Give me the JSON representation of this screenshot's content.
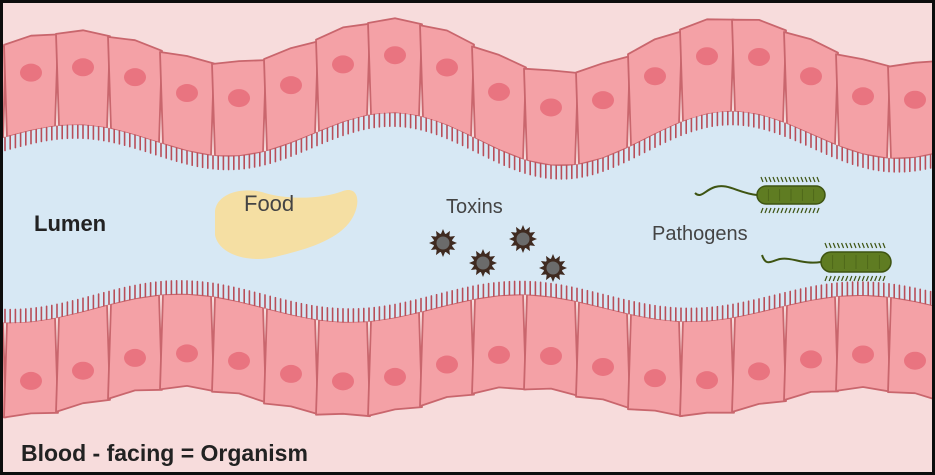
{
  "labels": {
    "lumen": "Lumen",
    "food": "Food",
    "toxins": "Toxins",
    "pathogens": "Pathogens",
    "footer": "Blood - facing = Organism"
  },
  "colors": {
    "background": "#f7dcdc",
    "lumen": "#d7e8f4",
    "cell_fill": "#f4a1a6",
    "cell_stroke": "#c9666d",
    "nucleus": "#e97480",
    "microvilli": "#b84e59",
    "food": "#f5dfa3",
    "toxin_core": "#6b6b6b",
    "toxin_spikes": "#3f2a20",
    "bacteria_body": "#5f7c22",
    "bacteria_dark": "#3e5412",
    "frame": "#0d0d0d"
  }
}
